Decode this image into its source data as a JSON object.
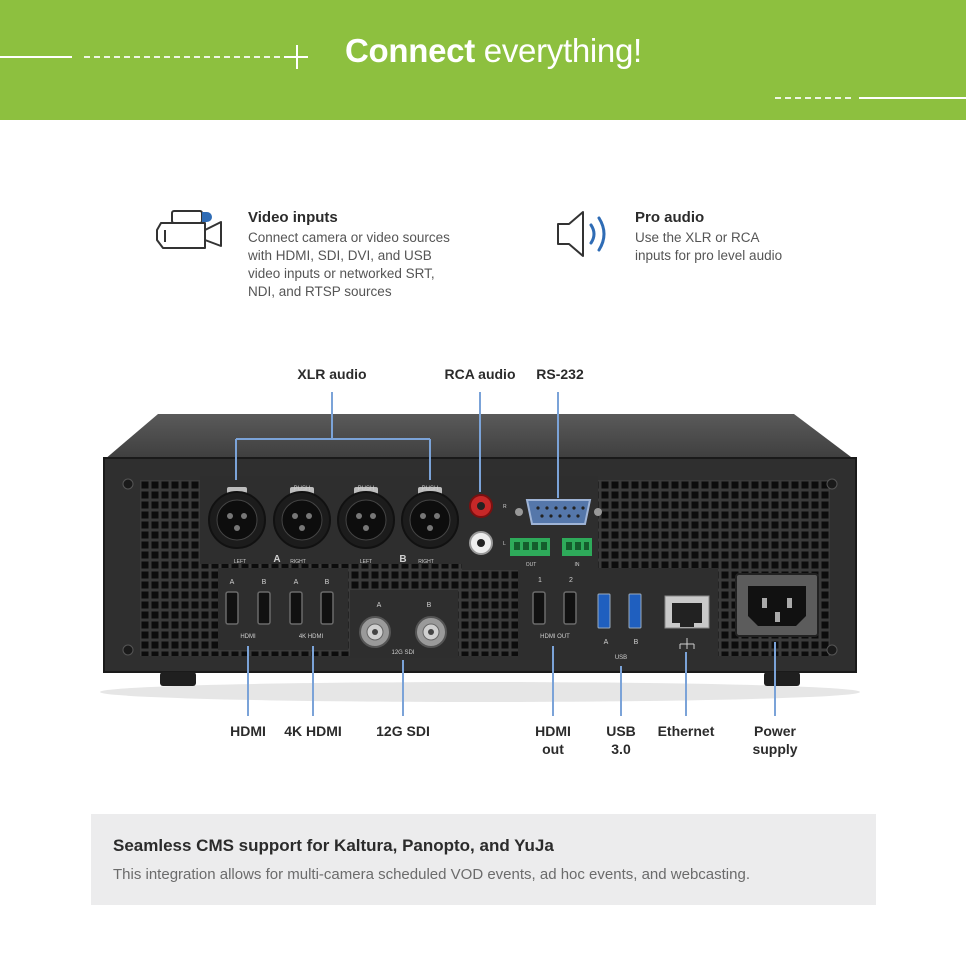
{
  "banner": {
    "title_bold": "Connect",
    "title_rest": " everything!",
    "color": "#8dc03f"
  },
  "features": {
    "video": {
      "icon": "video-camera-icon",
      "title": "Video inputs",
      "text": "Connect camera or video sources with HDMI, SDI, DVI, and USB video inputs or networked SRT, NDI, and RTSP sources"
    },
    "audio": {
      "icon": "speaker-icon",
      "title": "Pro audio",
      "text": "Use the XLR or RCA inputs for pro level audio"
    }
  },
  "callouts": {
    "top": {
      "xlr": "XLR audio",
      "rca": "RCA audio",
      "rs232": "RS-232"
    },
    "bottom": {
      "hdmi": "HDMI",
      "hdmi4k": "4K HDMI",
      "sdi": "12G SDI",
      "hdmi_out": "HDMI out",
      "usb": "USB 3.0",
      "ethernet": "Ethernet",
      "power": "Power supply"
    },
    "line_color": "#6f9fd8"
  },
  "panel_labels": {
    "left": "LEFT",
    "right": "RIGHT",
    "a": "A",
    "b": "B",
    "hdmi": "HDMI",
    "hdmi4k": "4K HDMI",
    "sdi": "12G SDI",
    "hdmi_out": "HDMI OUT",
    "usb": "USB",
    "one": "1",
    "two": "2",
    "out": "OUT",
    "in": "IN",
    "r": "R",
    "l": "L",
    "push": "PUSH"
  },
  "info": {
    "heading": "Seamless CMS support for Kaltura, Panopto, and YuJa",
    "text": "This integration allows for multi-camera scheduled VOD events, ad hoc events, and webcasting."
  }
}
